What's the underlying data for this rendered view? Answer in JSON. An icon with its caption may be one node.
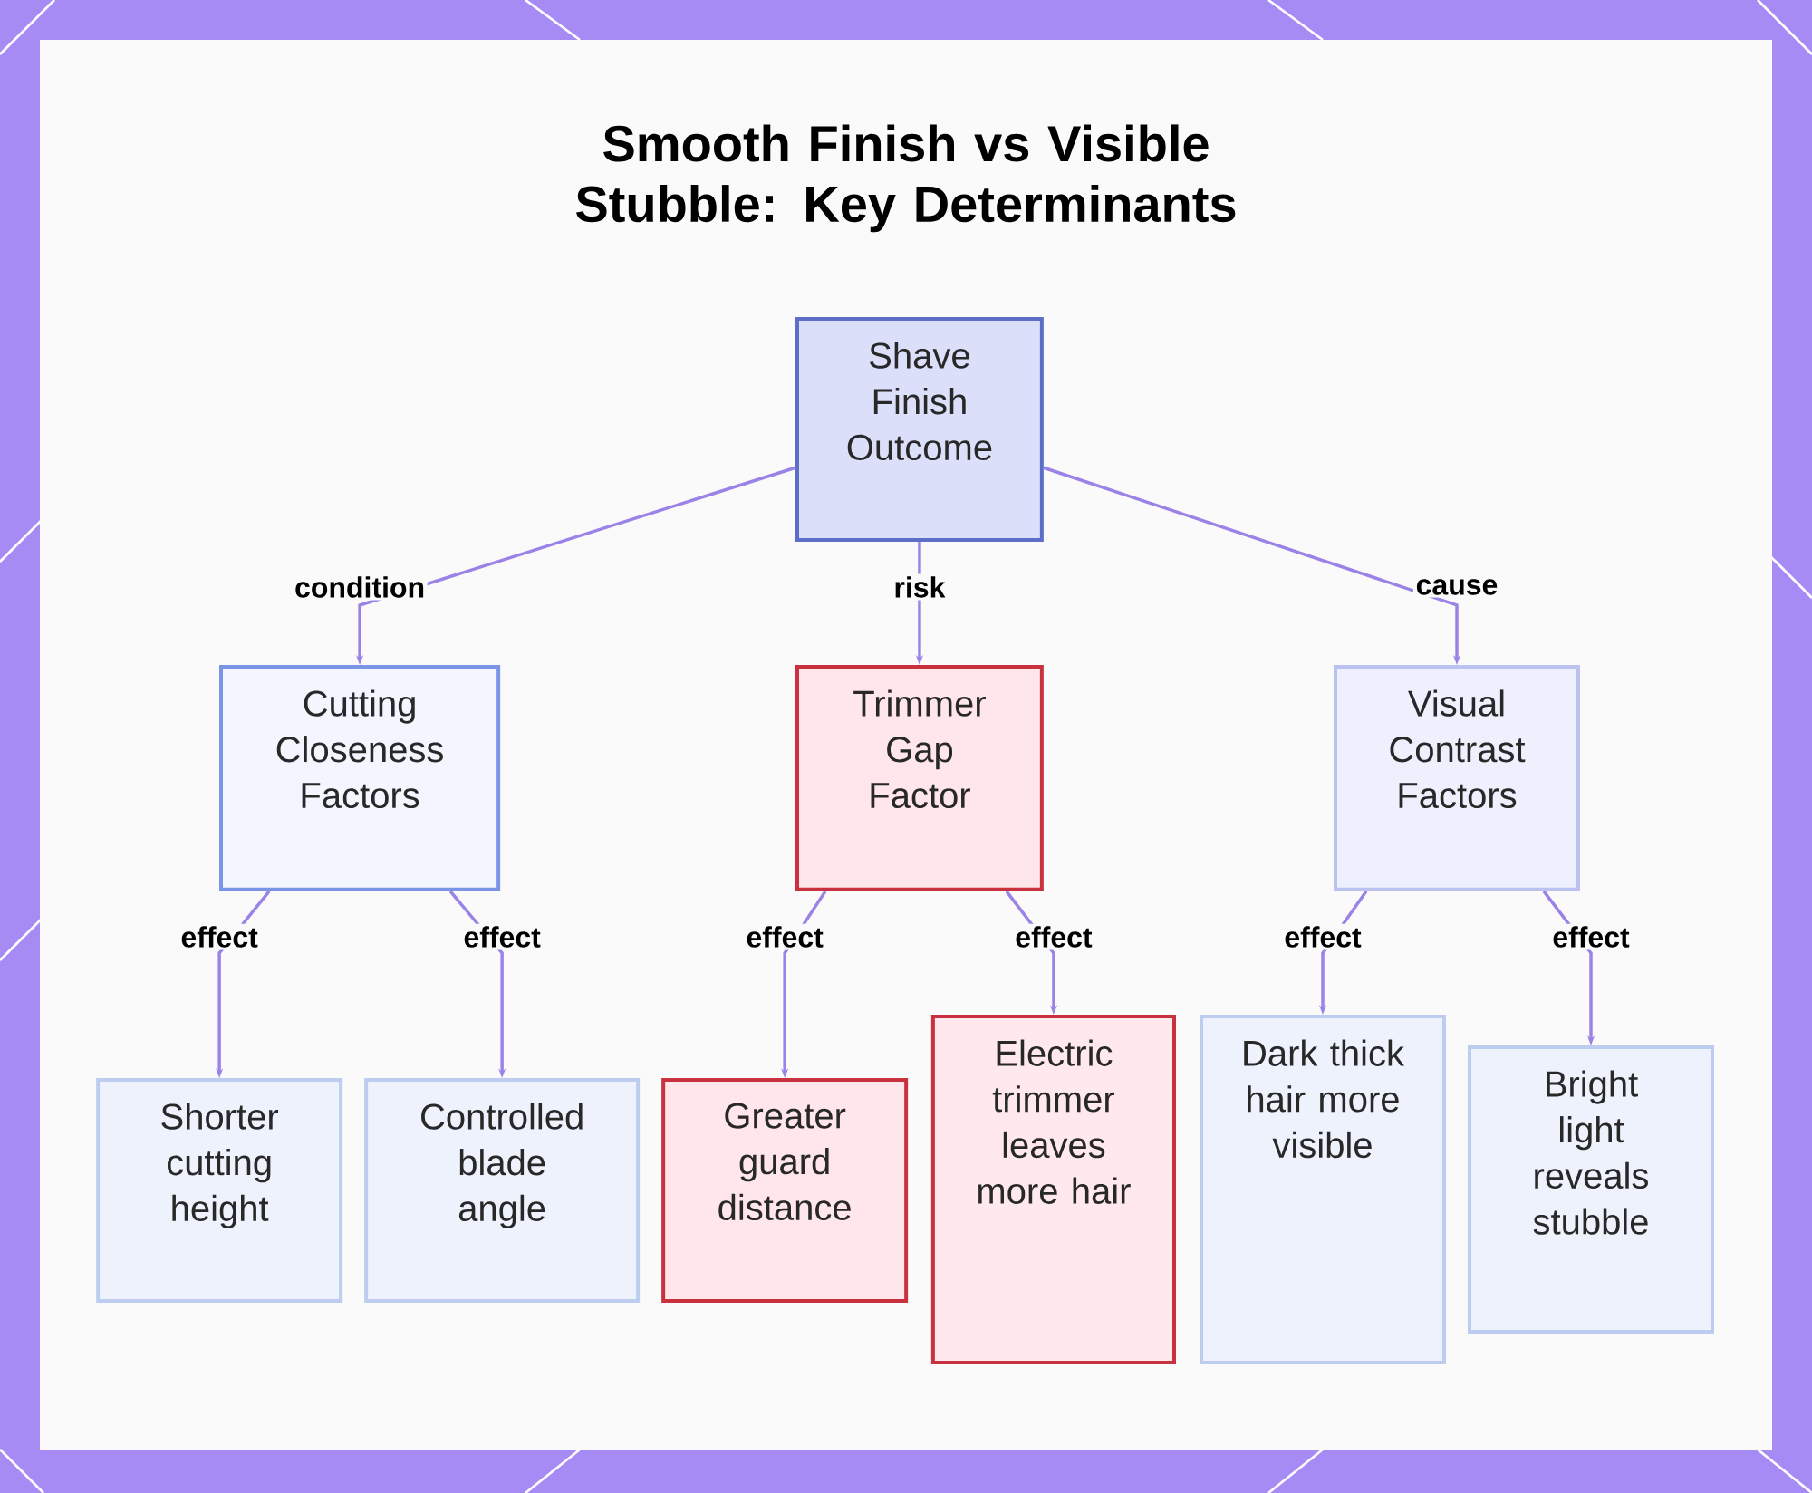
{
  "diagram": {
    "title": "Smooth Finish vs Visible Stubble: Key Determinants",
    "nodes": [
      {
        "text": [
          "Shave Finish Outcome"
        ]
      },
      {
        "text": [
          "Cutting Closeness Factors"
        ]
      },
      {
        "text": [
          "Trimmer Gap Factor"
        ]
      },
      {
        "text": [
          "Visual Contrast Factors"
        ]
      },
      {
        "text": [
          "Shorter cutting height"
        ]
      },
      {
        "text": [
          "Controlled blade angle"
        ]
      },
      {
        "text": [
          "Greater guard distance"
        ]
      },
      {
        "text": [
          "Electric trimmer leaves more hair"
        ]
      },
      {
        "text": [
          "Dark thick hair more visible"
        ]
      },
      {
        "text": [
          "Bright light reveals stubble"
        ]
      }
    ],
    "edges": [
      {
        "from": 0,
        "to": 1,
        "arrow": "to",
        "label": "condition"
      },
      {
        "from": 0,
        "to": 2,
        "arrow": "to",
        "label": "risk"
      },
      {
        "from": 0,
        "to": 3,
        "arrow": "to",
        "label": "cause"
      },
      {
        "from": 1,
        "to": 4,
        "arrow": "to",
        "label": "effect"
      },
      {
        "from": 1,
        "to": 5,
        "arrow": "to",
        "label": "effect"
      },
      {
        "from": 2,
        "to": 6,
        "arrow": "to",
        "label": "effect"
      },
      {
        "from": 2,
        "to": 7,
        "arrow": "to",
        "label": "effect"
      },
      {
        "from": 3,
        "to": 8,
        "arrow": "to",
        "label": "effect"
      },
      {
        "from": 3,
        "to": 9,
        "arrow": "to",
        "label": "effect"
      }
    ]
  }
}
